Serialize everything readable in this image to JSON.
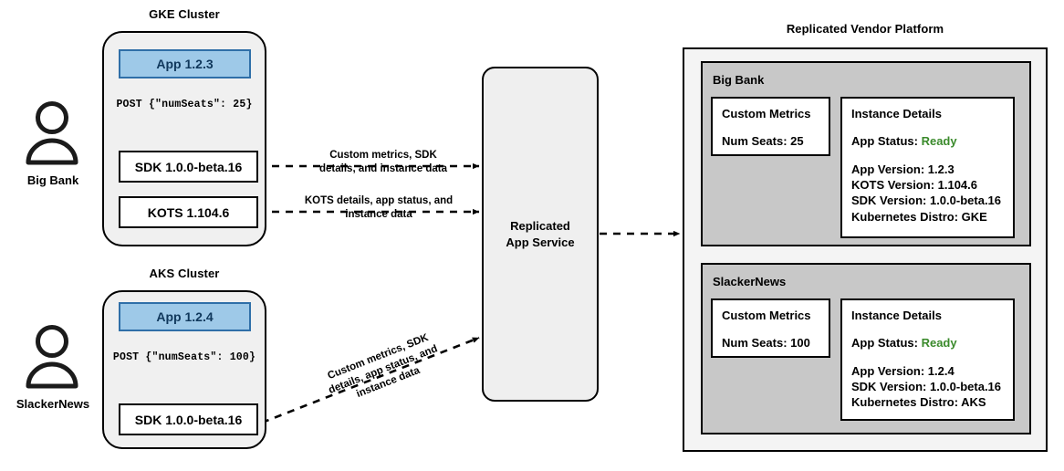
{
  "actors": [
    {
      "name": "Big Bank",
      "icon": "person-icon"
    },
    {
      "name": "SlackerNews",
      "icon": "person-icon"
    }
  ],
  "clusters": [
    {
      "title": "GKE Cluster",
      "app_label": "App 1.2.3",
      "post_text": "POST {\"numSeats\": 25}",
      "nodes": [
        {
          "label": "SDK 1.0.0-beta.16"
        },
        {
          "label": "KOTS 1.104.6"
        }
      ]
    },
    {
      "title": "AKS Cluster",
      "app_label": "App 1.2.4",
      "post_text": "POST {\"numSeats\": 100}",
      "nodes": [
        {
          "label": "SDK 1.0.0-beta.16"
        }
      ]
    }
  ],
  "edges": {
    "sdk_to_service": "Custom metrics, SDK details, and instance data",
    "sdk_to_service_l1": "Custom metrics, SDK",
    "sdk_to_service_l2": "details, and instance data",
    "kots_to_service_l1": "KOTS details, app status, and",
    "kots_to_service_l2": "instance data",
    "aks_to_service_l1": "Custom metrics, SDK",
    "aks_to_service_l2": "details, app status, and",
    "aks_to_service_l3": "instance data"
  },
  "service": {
    "line1": "Replicated",
    "line2": "App Service"
  },
  "platform": {
    "title": "Replicated Vendor Platform",
    "tenants": [
      {
        "name": "Big Bank",
        "metrics": {
          "heading": "Custom Metrics",
          "line": "Num Seats: 25"
        },
        "details": {
          "heading": "Instance Details",
          "status_label": "App Status:",
          "status_value": "Ready",
          "lines": [
            "App Version: 1.2.3",
            "KOTS Version: 1.104.6",
            "SDK Version: 1.0.0-beta.16",
            "Kubernetes Distro: GKE"
          ]
        }
      },
      {
        "name": "SlackerNews",
        "metrics": {
          "heading": "Custom Metrics",
          "line": "Num Seats: 100"
        },
        "details": {
          "heading": "Instance Details",
          "status_label": "App Status:",
          "status_value": "Ready",
          "lines": [
            "App Version: 1.2.4",
            "SDK Version: 1.0.0-beta.16",
            "Kubernetes Distro: AKS"
          ]
        }
      }
    ]
  },
  "colors": {
    "app_fill": "#9ec9e8",
    "app_border": "#2f6fa8",
    "cluster_fill": "#f0f0f0",
    "tenant_fill": "#c8c8c8",
    "platform_fill": "#f4f4f4",
    "ready_green": "#3a8a2b"
  }
}
